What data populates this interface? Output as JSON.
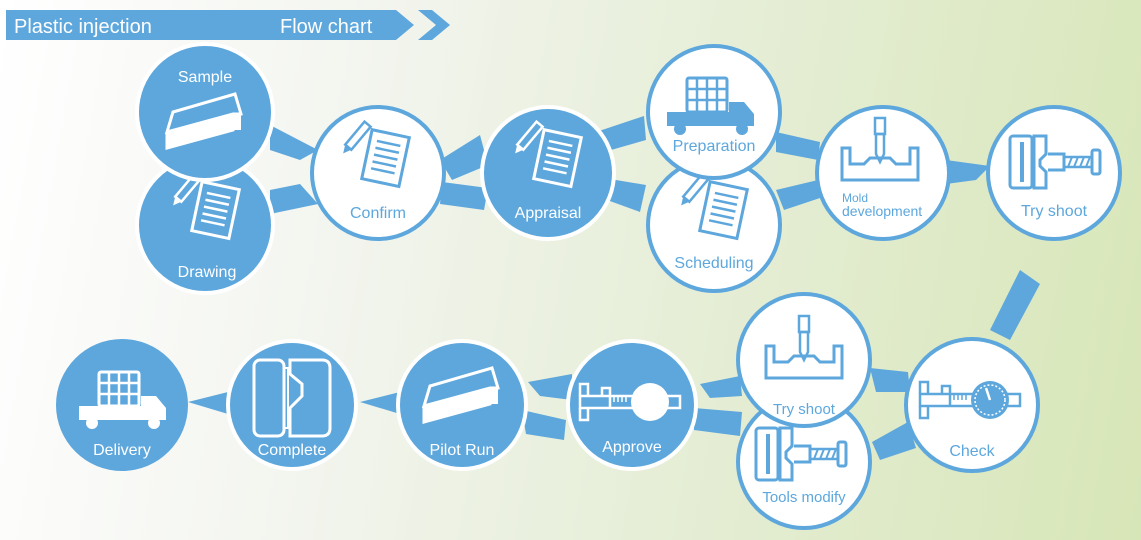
{
  "header": {
    "title": "Plastic injection",
    "subtitle": "Flow chart"
  },
  "nodes": {
    "sample": "Sample",
    "drawing": "Drawing",
    "confirm": "Confirm",
    "appraisal": "Appraisal",
    "preparation": "Preparation",
    "scheduling": "Scheduling",
    "mold_line1": "Mold",
    "mold_line2": "development",
    "try_shoot_top": "Try shoot",
    "check": "Check",
    "try_shoot_bottom": "Try shoot",
    "tools_modify": "Tools modify",
    "approve": "Approve",
    "pilot_run": "Pilot Run",
    "complete": "Complete",
    "delivery": "Delivery"
  },
  "colors": {
    "primary": "#5da7dd",
    "light": "#ffffff"
  }
}
